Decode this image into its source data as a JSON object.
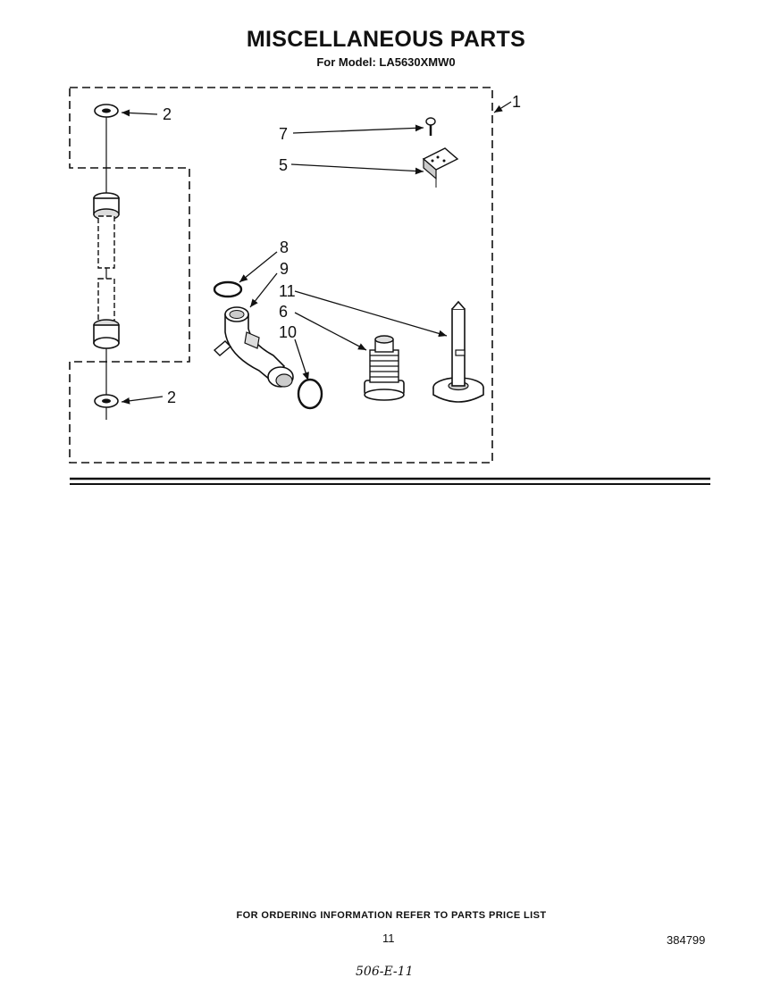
{
  "header": {
    "title": "MISCELLANEOUS PARTS",
    "model_line": "For Model: LA5630XMW0"
  },
  "callouts": {
    "c1": "1",
    "c2_top": "2",
    "c2_bottom": "2",
    "c5": "5",
    "c6": "6",
    "c7": "7",
    "c8": "8",
    "c9": "9",
    "c10": "10",
    "c11": "11"
  },
  "footer": {
    "ordering_note": "FOR ORDERING INFORMATION REFER TO PARTS PRICE LIST",
    "page_number": "11",
    "document_number": "384799",
    "handwritten_note": "506-E-11"
  }
}
